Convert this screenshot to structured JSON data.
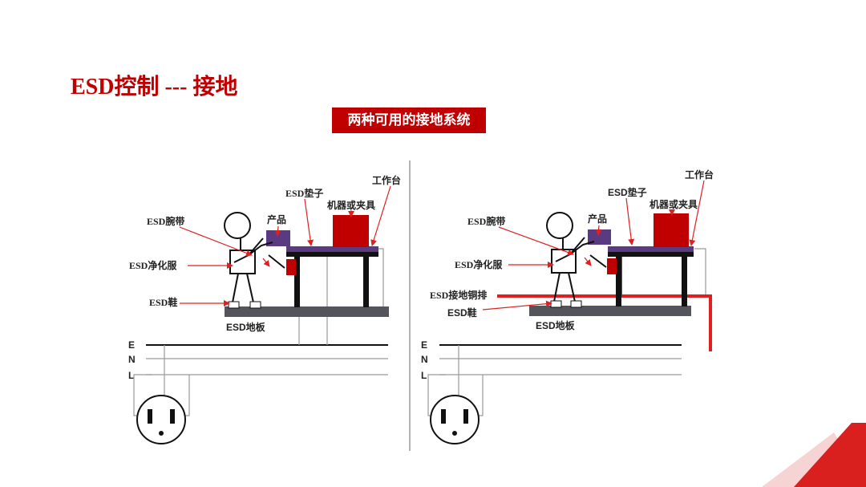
{
  "title": "ESD控制 --- 接地",
  "subtitle": "两种可用的接地系统",
  "colors": {
    "accent_red": "#c00000",
    "mat_purple": "#5a3b82",
    "floor_gray": "#54545c",
    "line_gray": "#9a9a9a"
  },
  "left_diagram": {
    "labels": {
      "workbench": "工作台",
      "esd_mat": "ESD垫子",
      "machine": "机器或夹具",
      "product": "产品",
      "wrist_strap": "ESD腕带",
      "smock": "ESD净化服",
      "shoes": "ESD鞋",
      "floor": "ESD地板"
    },
    "power_lines": [
      "E",
      "N",
      "L"
    ]
  },
  "right_diagram": {
    "labels": {
      "workbench": "工作台",
      "esd_mat": "ESD垫子",
      "machine": "机器或夹具",
      "product": "产品",
      "wrist_strap": "ESD腕带",
      "smock": "ESD净化服",
      "ground_bus": "ESD接地铜排",
      "shoes": "ESD鞋",
      "floor": "ESD地板"
    },
    "power_lines": [
      "E",
      "N",
      "L"
    ]
  }
}
